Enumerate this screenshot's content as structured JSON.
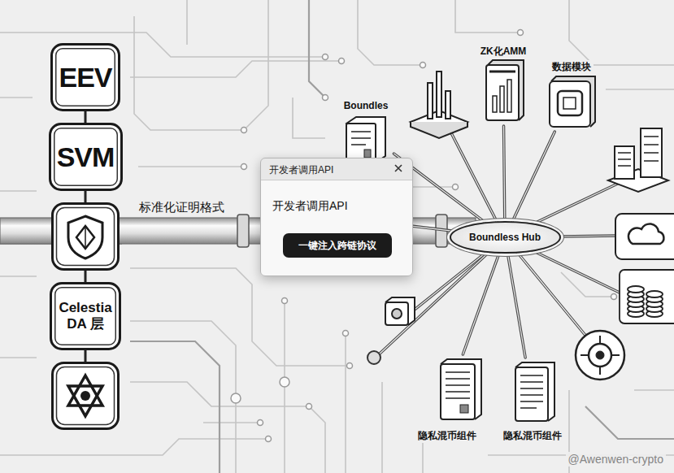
{
  "diagram": {
    "nodes": [
      {
        "text": [
          "EEV"
        ]
      },
      {
        "text": [
          "SVM"
        ]
      },
      {
        "text": [
          "Celestia DA 层"
        ]
      },
      {
        "text": [
          "开发者调用API",
          "开发者调用API"
        ]
      },
      {
        "text": [
          "一键注入跨链协议"
        ],
        "in": 3
      },
      {
        "text": [
          "Boundles"
        ]
      },
      {
        "text": [
          "ZK化AMM"
        ]
      },
      {
        "text": [
          "数据模块"
        ]
      },
      {
        "text": [
          "Boundless Hub"
        ]
      },
      {
        "text": [
          "隐私混币组件"
        ]
      },
      {
        "text": [
          "隐私混币组件"
        ]
      }
    ],
    "edges": [
      {
        "from": 3,
        "to": 8,
        "arrow": "none"
      },
      {
        "from": 8,
        "to": 5,
        "arrow": "none"
      },
      {
        "from": 8,
        "to": 6,
        "arrow": "none"
      },
      {
        "from": 8,
        "to": 7,
        "arrow": "none"
      },
      {
        "from": 8,
        "to": 9,
        "arrow": "none"
      },
      {
        "from": 8,
        "to": 10,
        "arrow": "none"
      }
    ],
    "labels": [
      "标准化证明格式",
      "@Awenwen-crypto"
    ]
  }
}
